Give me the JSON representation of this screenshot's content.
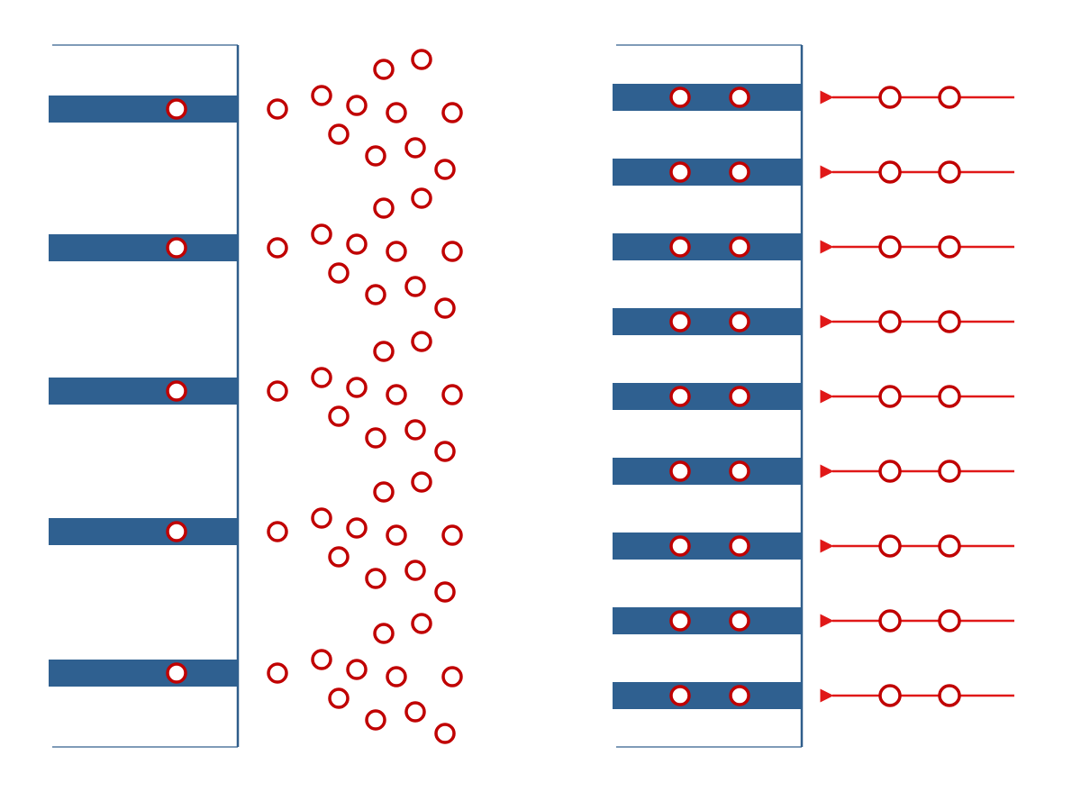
{
  "colors": {
    "background": "#ffffff",
    "bar": "#2f6090",
    "wall": "#2f5d8a",
    "boundary_line": "#7f9bb8",
    "particle_stroke": "#c00000",
    "particle_fill_on_bar": "#ffffff",
    "particle_fill_free": "#ffffff",
    "arrow": "#e01818"
  },
  "icons": {
    "particle": "circle-outline",
    "arrow": "arrow-left"
  },
  "panels": [
    {
      "name": "left-panel",
      "description_visible": false,
      "bar_count": 5,
      "particles_per_bar": 1,
      "free_particle_clusters": 5,
      "arrows": 0
    },
    {
      "name": "right-panel",
      "description_visible": false,
      "bar_count": 9,
      "particles_per_bar": 2,
      "free_particle_clusters": 0,
      "arrows": 9,
      "particles_per_arrow": 2
    }
  ]
}
